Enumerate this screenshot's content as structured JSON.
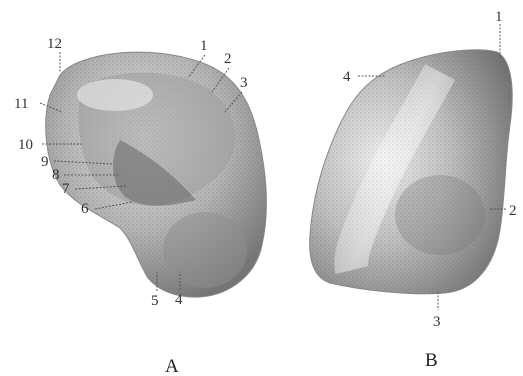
{
  "figure": {
    "panel_a": {
      "caption": "A",
      "labels": [
        "1",
        "2",
        "3",
        "4",
        "5",
        "6",
        "7",
        "8",
        "9",
        "10",
        "11",
        "12"
      ]
    },
    "panel_b": {
      "caption": "B",
      "labels": [
        "1",
        "2",
        "3",
        "4"
      ]
    }
  },
  "colors": {
    "background": "#ffffff",
    "shading_dark": "#6f6f6f",
    "shading_mid": "#a9a9a9",
    "shading_light": "#e2e2e2",
    "text": "#333333"
  }
}
